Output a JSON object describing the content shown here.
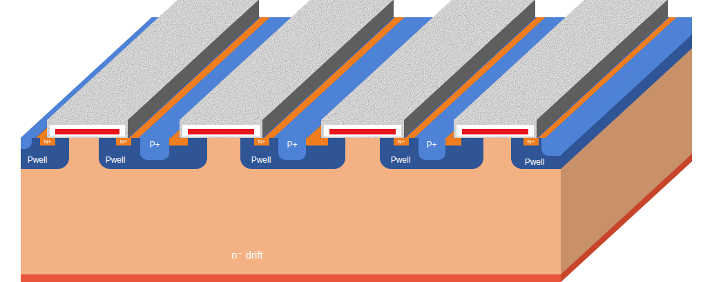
{
  "diagram": {
    "nodes": [
      {
        "text": [
          "n⁻ drift"
        ]
      },
      {
        "text": [
          "Pwell"
        ],
        "in": 0
      },
      {
        "text": [
          "N+"
        ],
        "in": 1
      },
      {
        "text": [
          "Pwell"
        ],
        "in": 0
      },
      {
        "text": [
          "N+"
        ],
        "in": 3
      },
      {
        "text": [
          "P+"
        ],
        "in": 3
      },
      {
        "text": [
          "Pwell"
        ],
        "in": 0
      },
      {
        "text": [
          "N+"
        ],
        "in": 6
      },
      {
        "text": [
          "P+"
        ],
        "in": 6
      },
      {
        "text": [
          "Pwell"
        ],
        "in": 0
      },
      {
        "text": [
          "N+"
        ],
        "in": 9
      },
      {
        "text": [
          "P+"
        ],
        "in": 9
      },
      {
        "text": [
          "Pwell"
        ],
        "in": 0
      },
      {
        "text": [
          "N+"
        ],
        "in": 12
      }
    ]
  }
}
